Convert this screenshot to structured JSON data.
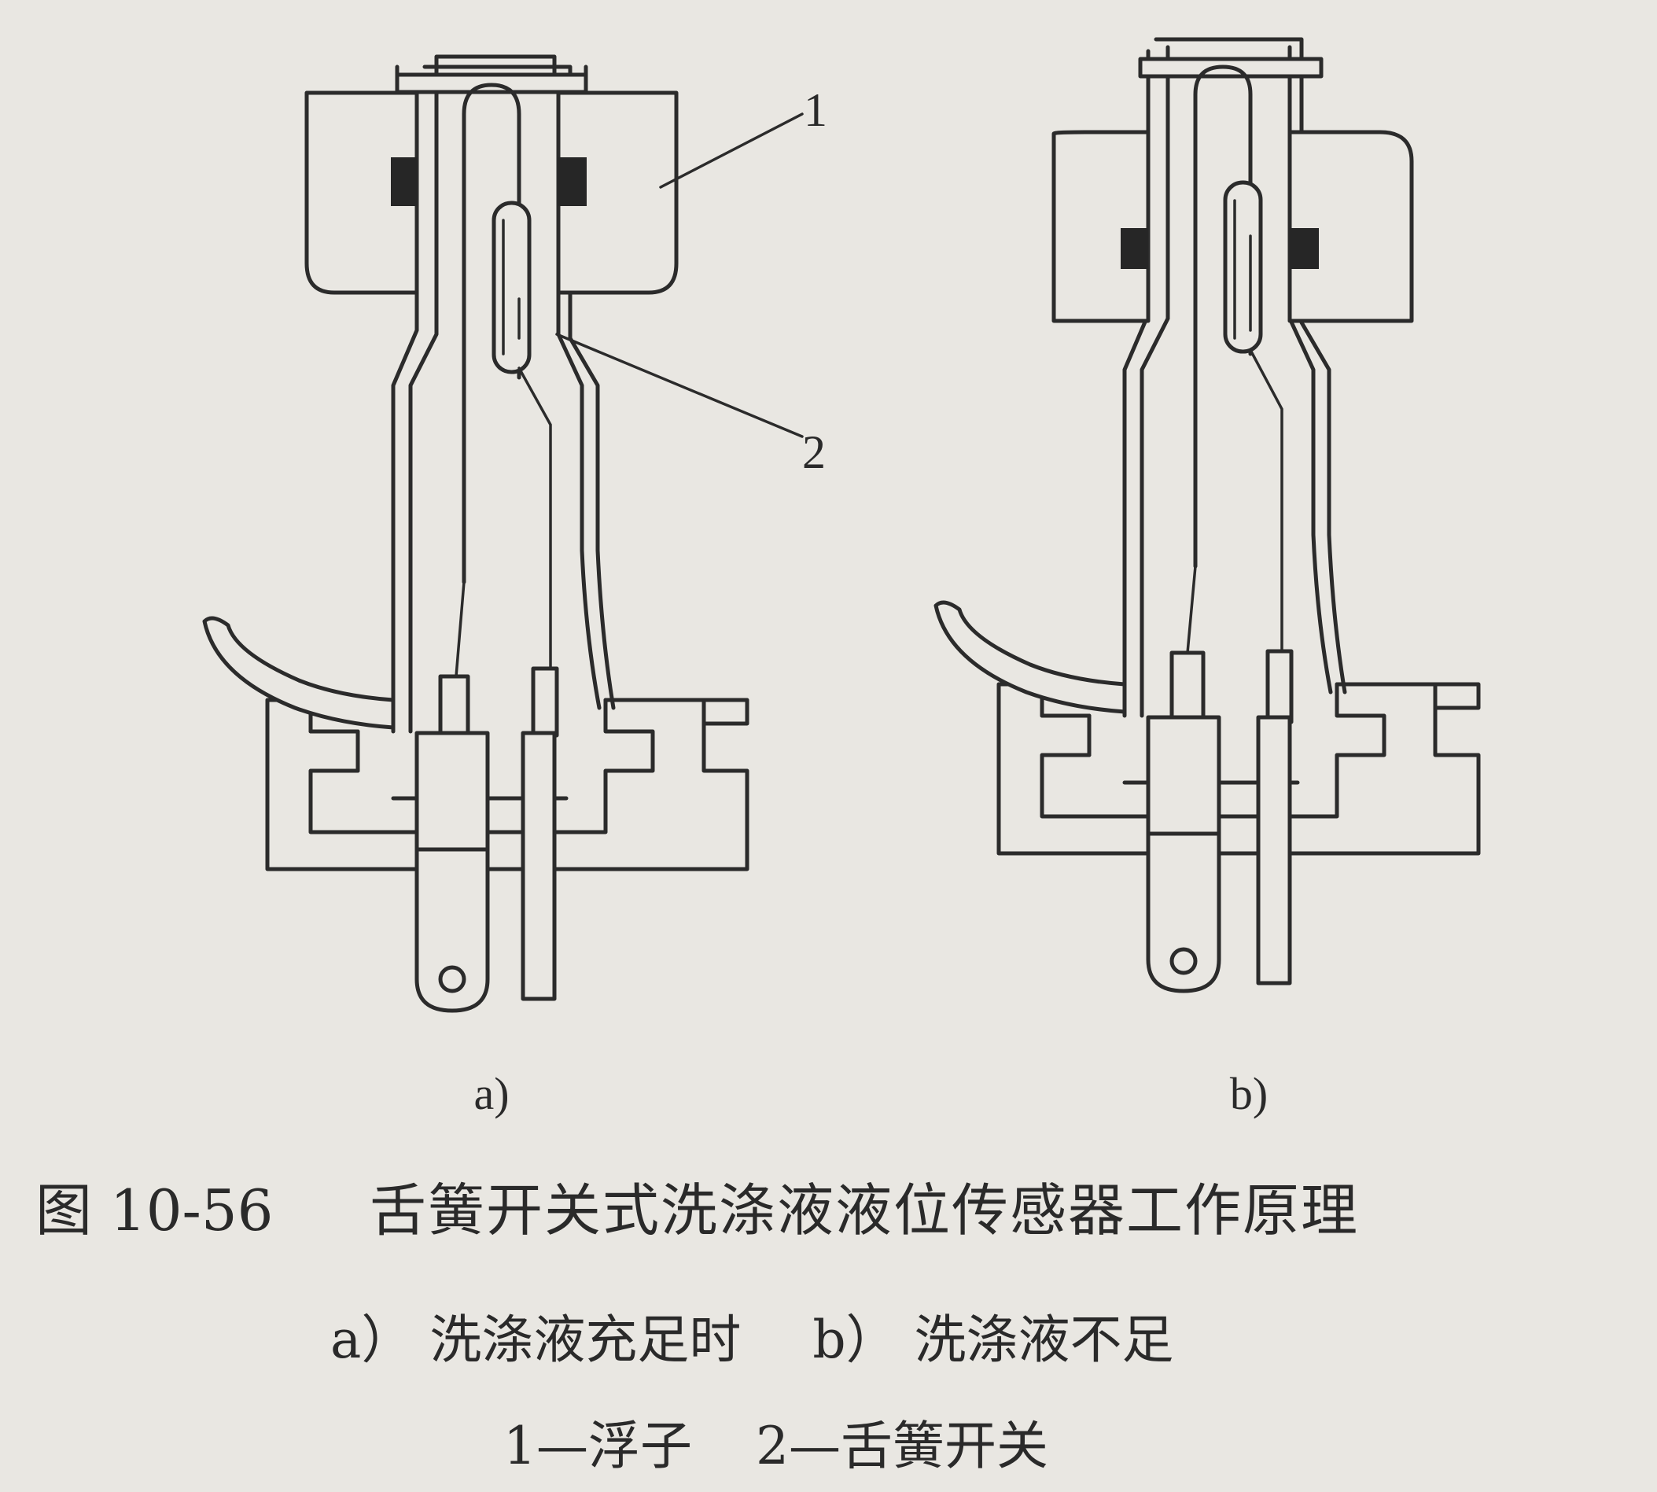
{
  "figure": {
    "number": "图 10-56",
    "title": "舌簧开关式洗涤液液位传感器工作原理",
    "panels": [
      {
        "id": "a",
        "label": "a)",
        "caption": "a） 洗涤液充足时"
      },
      {
        "id": "b",
        "label": "b)",
        "caption": "b） 洗涤液不足"
      }
    ],
    "callouts": [
      {
        "number": "1",
        "name": "浮子",
        "legend": "1—浮子"
      },
      {
        "number": "2",
        "name": "舌簧开关",
        "legend": "2—舌簧开关"
      }
    ]
  }
}
